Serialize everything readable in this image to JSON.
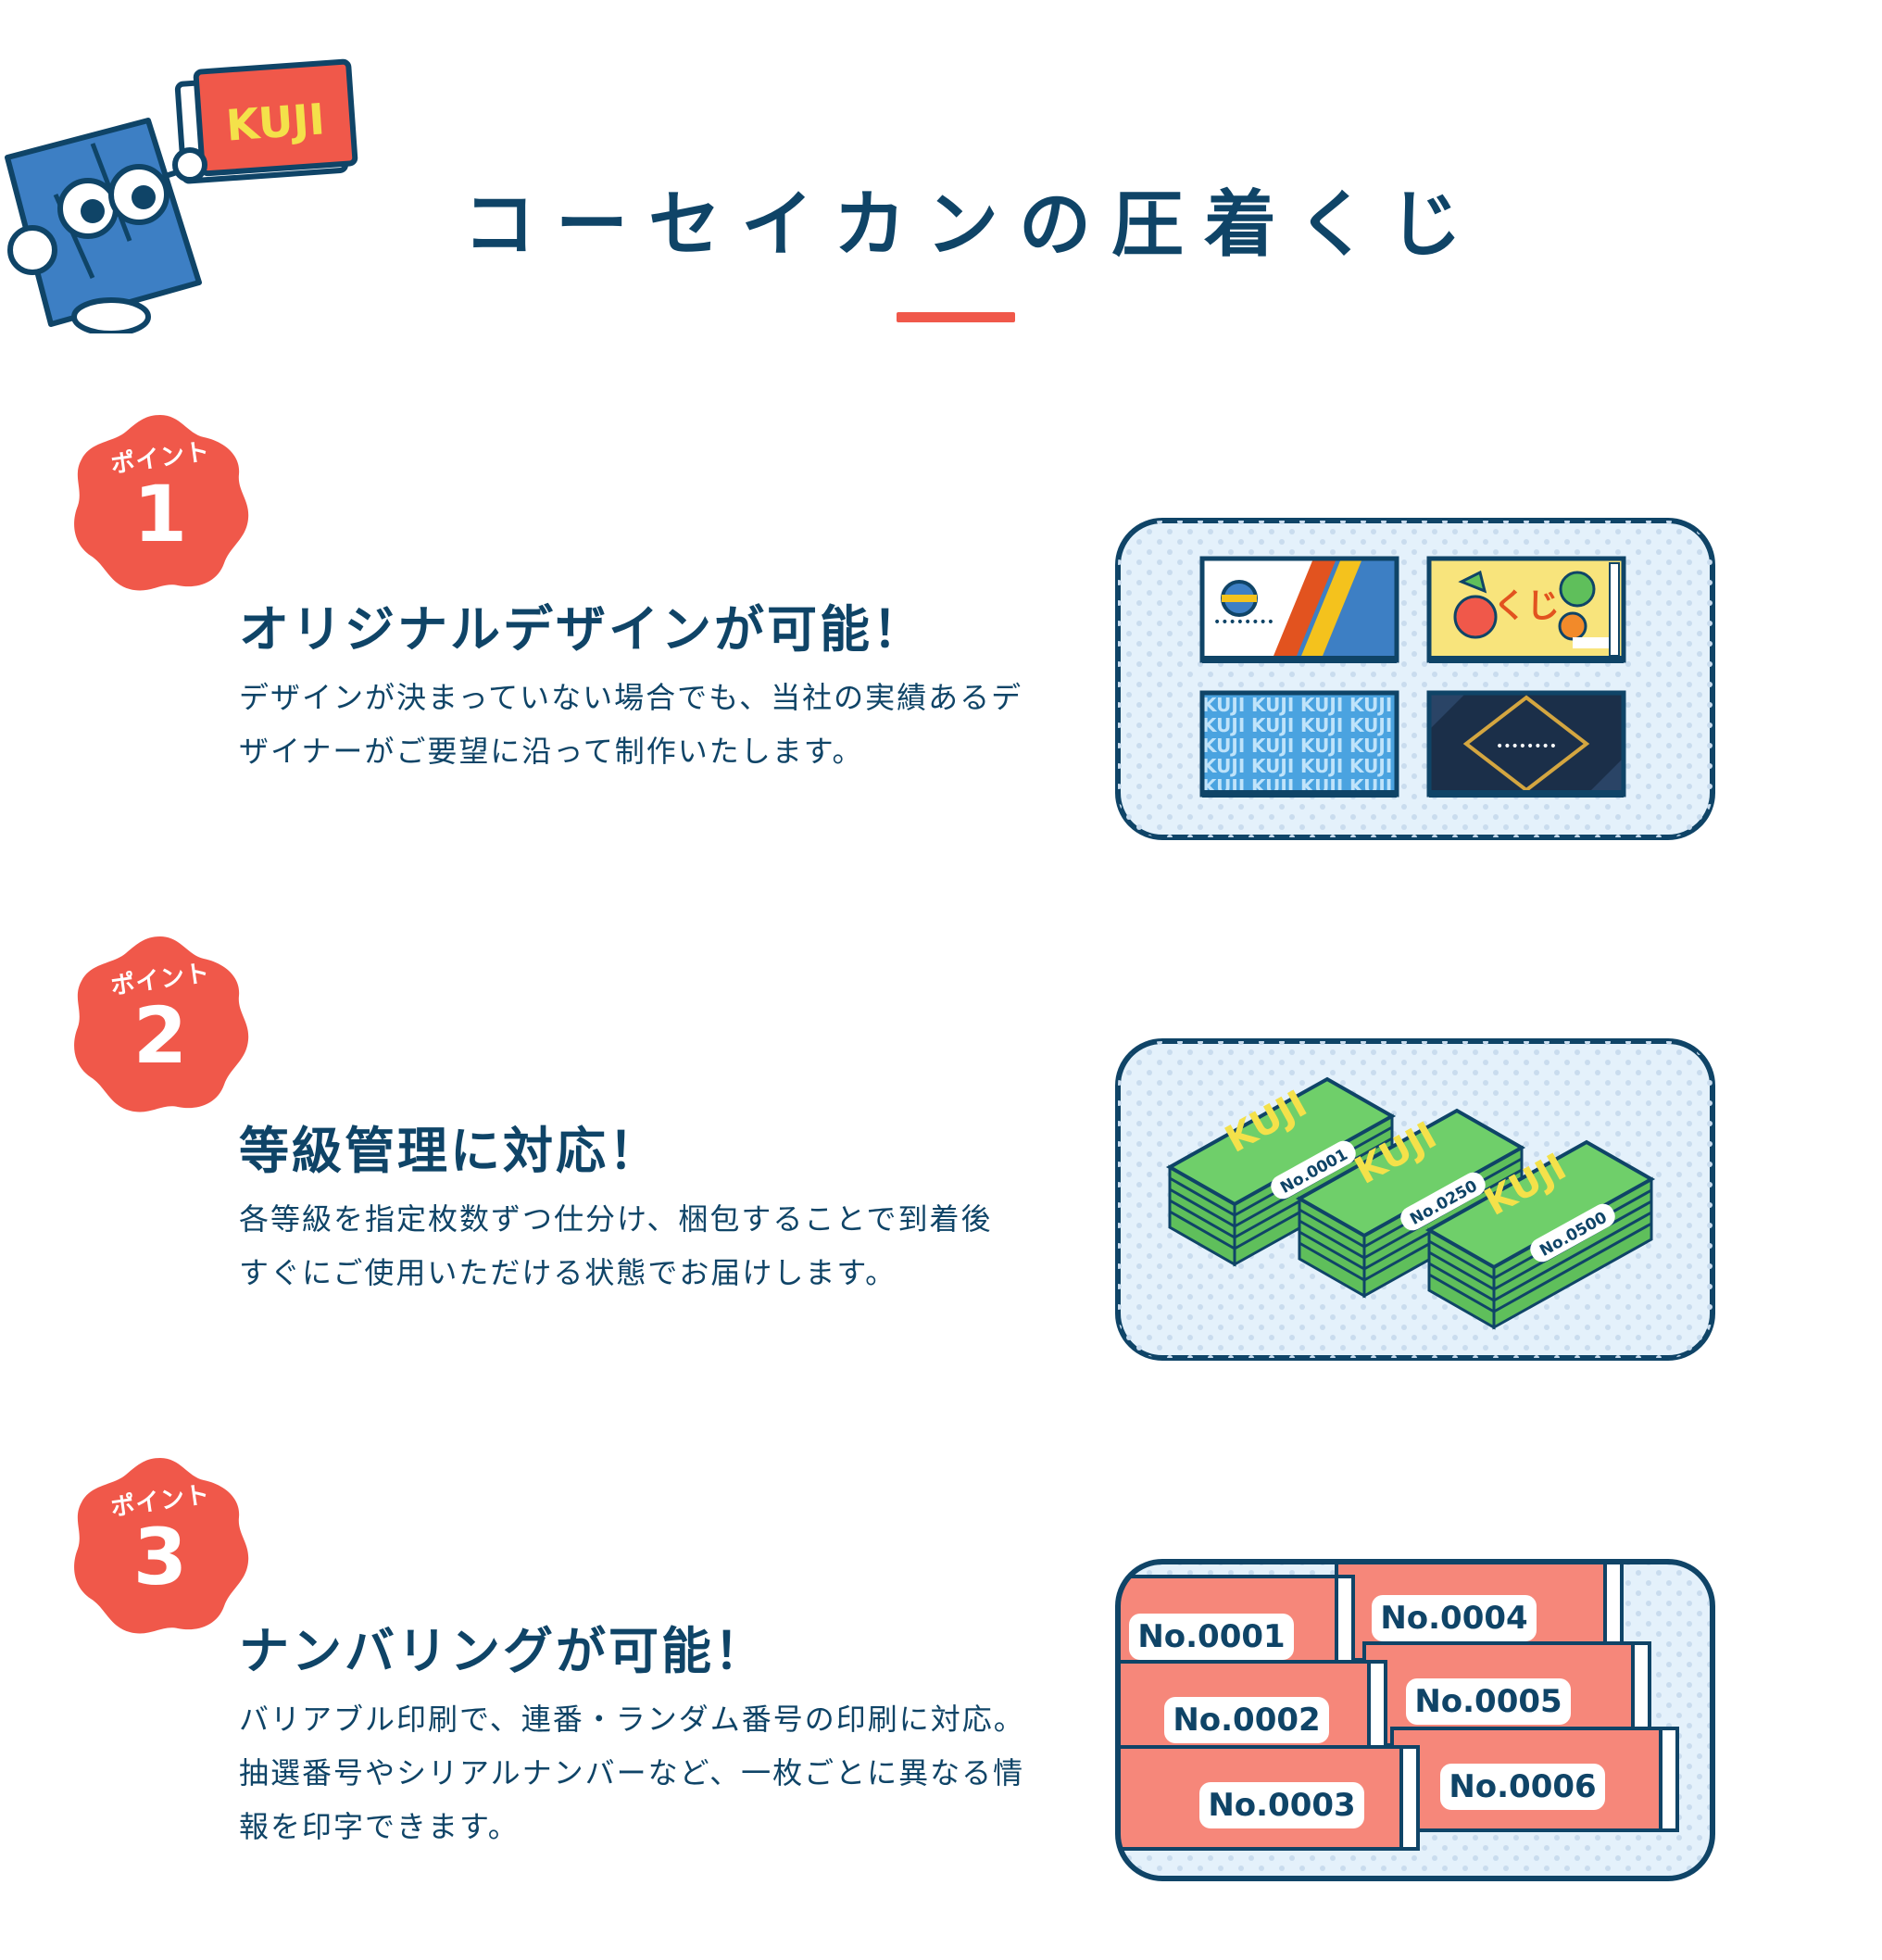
{
  "header": {
    "mascot_sign": "KUJI",
    "title": "コーセイカンの圧着くじ"
  },
  "points": [
    {
      "badge_label": "ポイント",
      "number": "1",
      "heading": "オリジナルデザインが可能！",
      "description_lines": [
        "デザインが決まっていない場合でも、当社の実績あるデ",
        "ザイナーがご要望に沿って制作いたします。"
      ],
      "illustration": {
        "card2_text": "くじ",
        "pattern_word": "KUJI",
        "dots": "••••••••"
      }
    },
    {
      "badge_label": "ポイント",
      "number": "2",
      "heading": "等級管理に対応！",
      "description_lines": [
        "各等級を指定枚数ずつ仕分け、梱包することで到着後",
        "すぐにご使用いただける状態でお届けします。"
      ],
      "illustration": {
        "stack_word": "KUJI",
        "stacks": [
          "No.0001",
          "No.0250",
          "No.0500"
        ]
      }
    },
    {
      "badge_label": "ポイント",
      "number": "3",
      "heading": "ナンバリングが可能！",
      "description_lines": [
        "バリアブル印刷で、連番・ランダム番号の印刷に対応。",
        "抽選番号やシリアルナンバーなど、一枚ごとに異なる情",
        "報を印字できます。"
      ],
      "illustration": {
        "numbers": [
          "No.0001",
          "No.0002",
          "No.0003",
          "No.0004",
          "No.0005",
          "No.0006"
        ]
      }
    }
  ],
  "colors": {
    "navy": "#0f4467",
    "coral": "#f0584a",
    "panel_bg": "#e4f1fb",
    "green": "#5fbf5b",
    "yellow": "#f4e14a",
    "salmon": "#f6877a"
  }
}
